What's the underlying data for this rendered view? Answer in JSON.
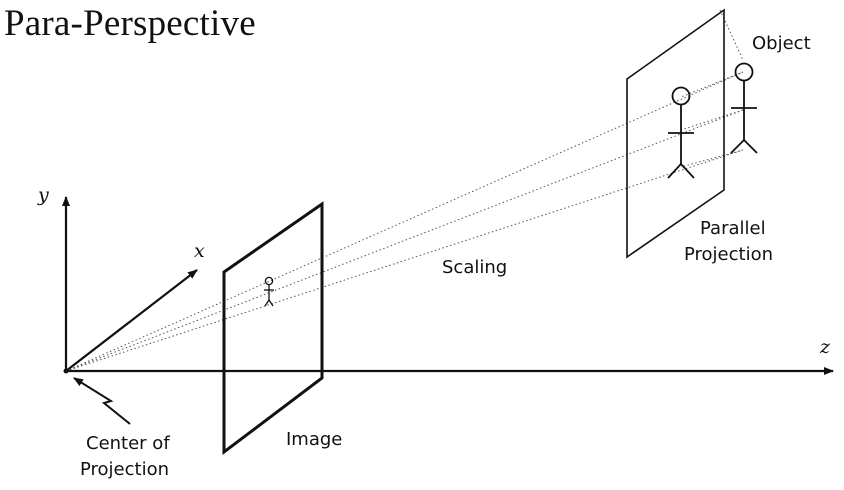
{
  "title": "Para-Perspective",
  "labels": {
    "object": "Object",
    "parallel_projection_line1": "Parallel",
    "parallel_projection_line2": "Projection",
    "scaling": "Scaling",
    "image": "Image",
    "center_line1": "Center of",
    "center_line2": "Projection"
  },
  "axes": {
    "x": "x",
    "y": "y",
    "z": "z"
  }
}
